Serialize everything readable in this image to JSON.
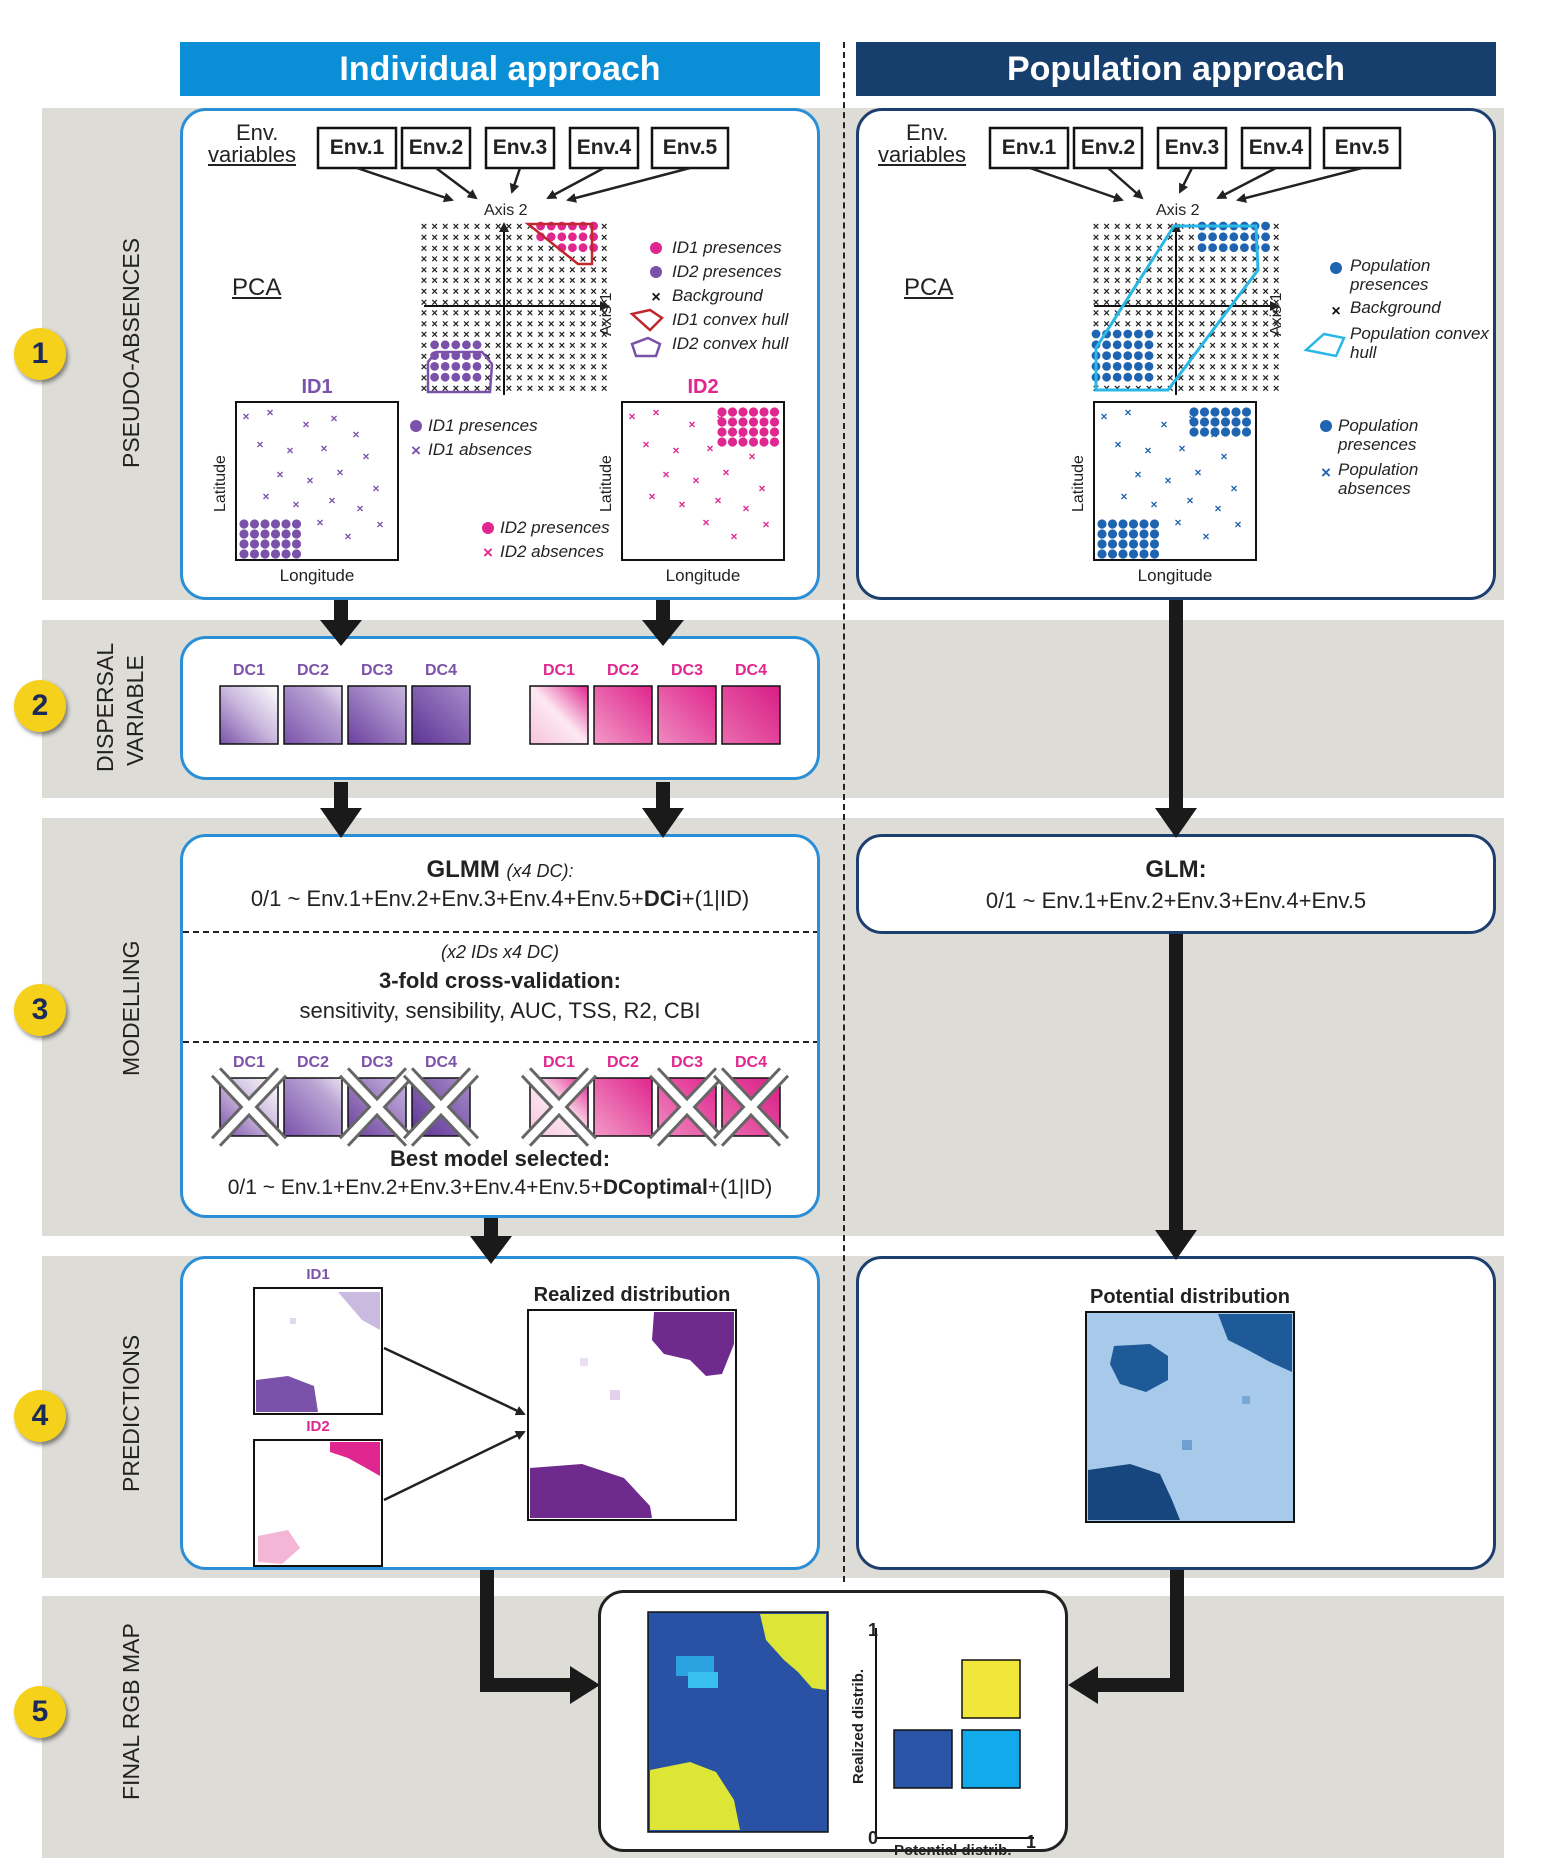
{
  "headers": {
    "individual": "Individual approach",
    "population": "Population approach"
  },
  "steps": [
    {
      "num": "1",
      "label": "PSEUDO-ABSENCES"
    },
    {
      "num": "2",
      "label": "DISPERSAL VARIABLE"
    },
    {
      "num": "3",
      "label": "MODELLING"
    },
    {
      "num": "4",
      "label": "PREDICTIONS"
    },
    {
      "num": "5",
      "label": "FINAL RGB MAP"
    }
  ],
  "step2_label_lines": [
    "DISPERSAL",
    "VARIABLE"
  ],
  "env": {
    "title_line1": "Env.",
    "title_line2": "variables",
    "vars": [
      "Env.1",
      "Env.2",
      "Env.3",
      "Env.4",
      "Env.5"
    ]
  },
  "pca": {
    "label": "PCA",
    "axis1": "Axis 1",
    "axis2": "Axis 2",
    "ind_legend": [
      "ID1 presences",
      "ID2 presences",
      "Background",
      "ID1 convex hull",
      "ID2 convex hull"
    ],
    "pop_legend": [
      "Population presences",
      "Background",
      "Population convex hull"
    ]
  },
  "maps": {
    "id1": "ID1",
    "id2": "ID2",
    "lat": "Latitude",
    "lon": "Longitude",
    "id1_legend": [
      "ID1 presences",
      "ID1 absences"
    ],
    "id2_legend": [
      "ID2 presences",
      "ID2 absences"
    ],
    "pop_legend": [
      "Population presences",
      "Population absences"
    ]
  },
  "dc_labels": [
    "DC1",
    "DC2",
    "DC3",
    "DC4"
  ],
  "modelling": {
    "glmm_title": "GLMM",
    "glmm_note": "(x4 DC):",
    "glmm_formula_a": "0/1 ~ Env.1+Env.2+Env.3+Env.4+Env.5+",
    "glmm_formula_b": "DCi",
    "glmm_formula_c": "+(1|ID)",
    "cv_note": "(x2 IDs x4 DC)",
    "cv_title": "3-fold cross-validation:",
    "cv_metrics": "sensitivity, sensibility, AUC, TSS, R2, CBI",
    "best_title": "Best model selected:",
    "best_formula_a": "0/1 ~ Env.1+Env.2+Env.3+Env.4+Env.5+",
    "best_formula_b": "DCoptimal",
    "best_formula_c": "+(1|ID)",
    "glm_title": "GLM:",
    "glm_formula": "0/1 ~ Env.1+Env.2+Env.3+Env.4+Env.5"
  },
  "predictions": {
    "id1": "ID1",
    "id2": "ID2",
    "realized": "Realized distribution",
    "potential": "Potential distribution"
  },
  "rgb": {
    "ylabel": "Realized distrib.",
    "xlabel": "Potential distrib.",
    "zero": "0",
    "one_x": "1",
    "one_y": "1"
  },
  "colors": {
    "blue_header": "#0a8fd6",
    "navy_header": "#173f6e",
    "id1": "#7b52aa",
    "id2": "#e0268f",
    "pop": "#1f64b0",
    "yellow": "#f6d11c"
  }
}
